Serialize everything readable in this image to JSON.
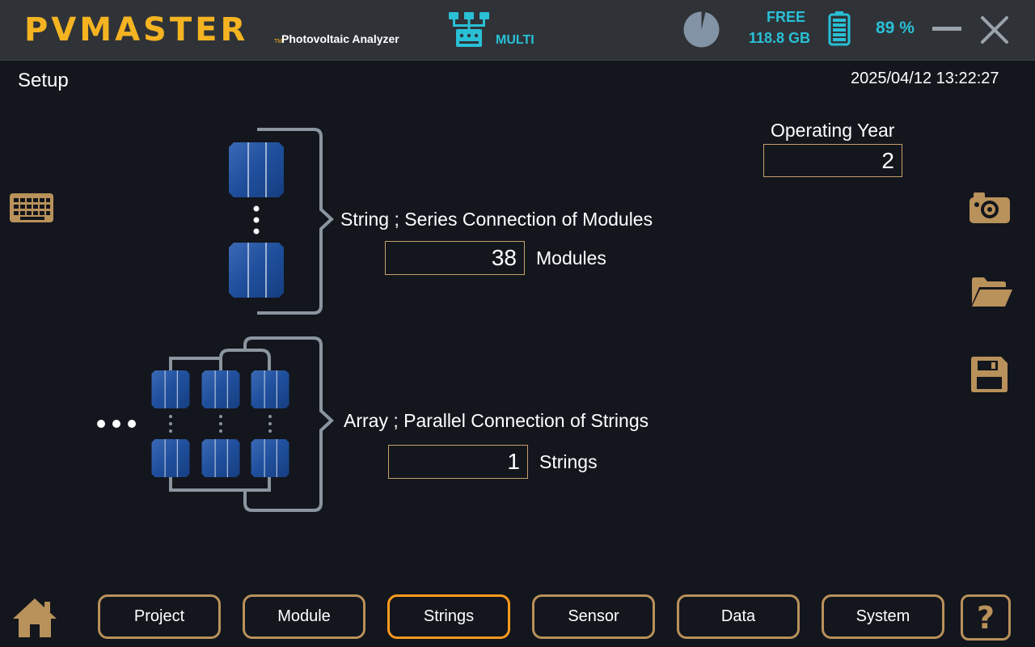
{
  "header": {
    "logo_text": "PVMASTER",
    "logo_tm": "TM",
    "logo_subtitle": "Photovoltaic Analyzer",
    "mode_icon": "network-tree-icon",
    "mode_label": "MULTI",
    "storage_icon": "pie-chart-icon",
    "free_label": "FREE",
    "free_value": "118.8 GB",
    "battery_icon": "battery-icon",
    "battery_percent": "89 %",
    "accent_color": "#29c0d6",
    "brand_color": "#f4b321"
  },
  "page": {
    "title": "Setup",
    "datetime": "2025/04/12 13:22:27"
  },
  "operating_year": {
    "label": "Operating Year",
    "value": "2"
  },
  "string_config": {
    "label": "String ; Series Connection of Modules",
    "value": "38",
    "unit": "Modules"
  },
  "array_config": {
    "label": "Array ; Parallel Connection of Strings",
    "value": "1",
    "unit": "Strings"
  },
  "side_tools": {
    "left": [
      "keyboard-icon"
    ],
    "right": [
      "camera-icon",
      "folder-open-icon",
      "save-icon"
    ]
  },
  "nav": {
    "home_icon": "home-icon",
    "tabs": [
      "Project",
      "Module",
      "Strings",
      "Sensor",
      "Data",
      "System"
    ],
    "active_tab": "Strings",
    "help_label": "?",
    "border_color": "#b9915a",
    "active_color": "#ff9a1f"
  }
}
